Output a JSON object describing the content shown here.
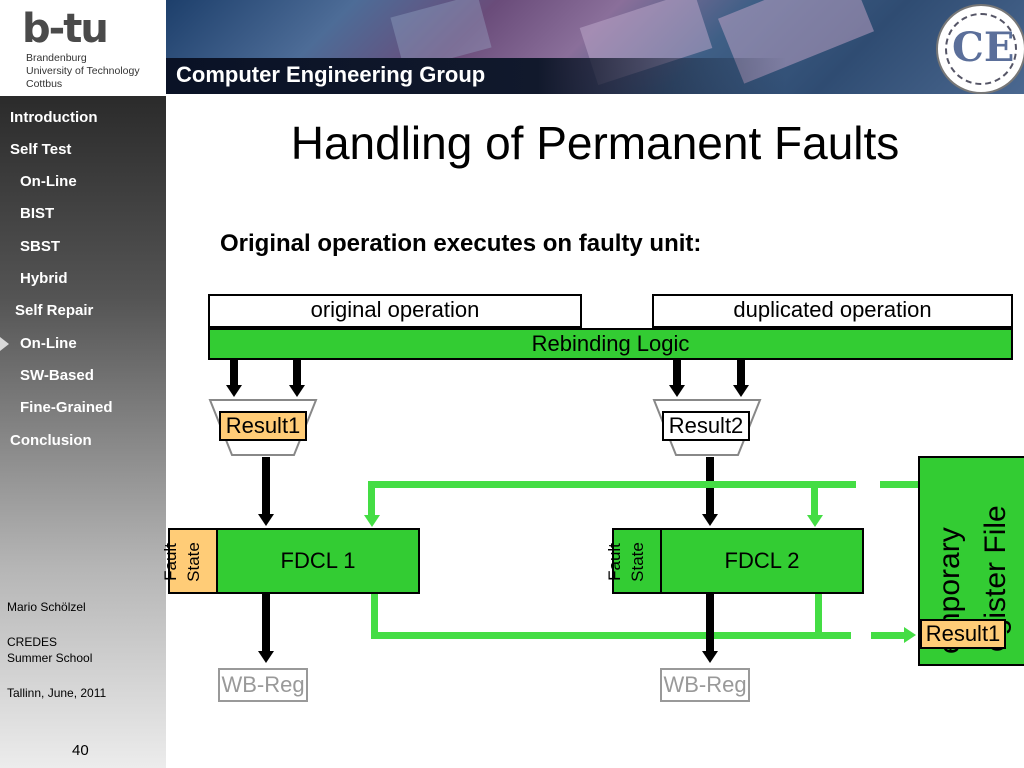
{
  "header": {
    "logo_mark": "b-tu",
    "logo_lines": [
      "Brandenburg",
      "University of Technology",
      "Cottbus"
    ],
    "group_title": "Computer Engineering Group",
    "seal_letters": "CE"
  },
  "sidebar": {
    "items": [
      {
        "label": "Introduction"
      },
      {
        "label": "Self Test"
      },
      {
        "label": "On-Line"
      },
      {
        "label": "BIST"
      },
      {
        "label": "SBST"
      },
      {
        "label": "Hybrid"
      },
      {
        "label": "Self Repair"
      },
      {
        "label": "On-Line"
      },
      {
        "label": "SW-Based"
      },
      {
        "label": "Fine-Grained"
      },
      {
        "label": "Conclusion"
      }
    ],
    "footer": {
      "author": "Mario Schölzel",
      "event_line1": "CREDES",
      "event_line2": "Summer School",
      "location_date": "Tallinn, June, 2011"
    },
    "page_number": "40"
  },
  "slide": {
    "title": "Handling of Permanent Faults",
    "subtitle": "Original operation executes on faulty unit:"
  },
  "diagram": {
    "original_op": "original operation",
    "duplicated_op": "duplicated operation",
    "rebinding": "Rebinding Logic",
    "result1": "Result1",
    "result2": "Result2",
    "fdcl1": "FDCL 1",
    "fdcl2": "FDCL 2",
    "fault_line1": "Fault",
    "fault_line2": "State",
    "wb_reg": "WB-Reg",
    "temp_line1": "emporary",
    "temp_line2": "egister File",
    "temp_result": "Result1",
    "colors": {
      "green": "#33cc33",
      "result1_fill": "#ffcc77",
      "link_green": "#44dd44"
    }
  }
}
